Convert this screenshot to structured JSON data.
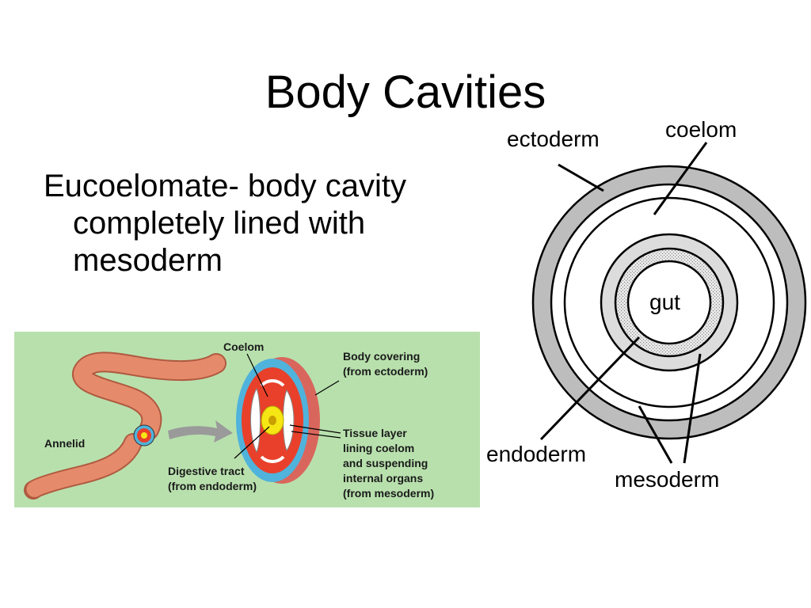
{
  "slide": {
    "title": "Body Cavities",
    "bullet": "Eucoelomate- body cavity completely lined with mesoderm"
  },
  "cross_section": {
    "labels": {
      "ectoderm": "ectoderm",
      "coelom": "coelom",
      "gut": "gut",
      "endoderm": "endoderm",
      "mesoderm": "mesoderm"
    }
  },
  "annelid_illustration": {
    "labels": {
      "coelom": "Coelom",
      "body_covering": "Body covering\n(from ectoderm)",
      "annelid": "Annelid",
      "tissue_layer": "Tissue layer\nlining coelom\nand suspending\ninternal organs\n(from mesoderm)",
      "digestive_tract": "Digestive tract\n(from endoderm)"
    },
    "colors": {
      "background": "#b8e0ad",
      "worm": "#e58b6c",
      "ectoderm": "#4fb3dc",
      "mesoderm": "#e8402a",
      "gut": "#f5e614"
    }
  }
}
